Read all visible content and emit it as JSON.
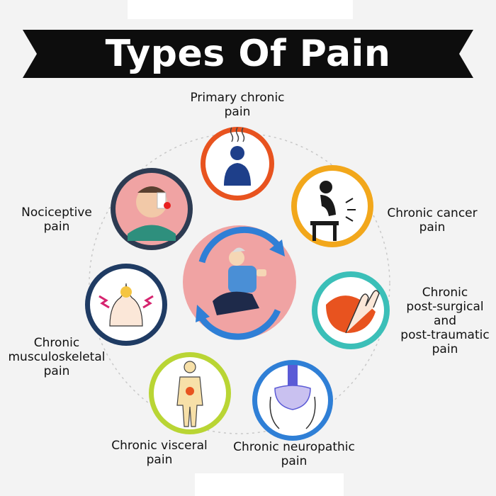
{
  "title": "Types Of Pain",
  "colors": {
    "banner": "#0d0d0d",
    "primary_ring": "#e8531f",
    "cancer_ring": "#f2a71b",
    "postsurgical_ring": "#3bbfb8",
    "neuropathic_ring": "#2f7fd6",
    "visceral_ring": "#b9d534",
    "musculoskeletal_ring": "#1f3b63",
    "nociceptive_ring": "#2d3b52",
    "center_fill": "#f0a3a3"
  },
  "labels": {
    "primary": [
      "Primary chronic",
      "pain"
    ],
    "cancer": [
      "Chronic cancer",
      "pain"
    ],
    "postsurgical": [
      "Chronic",
      "post-surgical",
      "and",
      "post-traumatic",
      "pain"
    ],
    "neuropathic": [
      "Chronic neuropathic",
      "pain"
    ],
    "visceral": [
      "Chronic visceral",
      "pain"
    ],
    "musculoskeletal": [
      "Chronic",
      "musculoskeletal",
      "pain"
    ],
    "nociceptive": [
      "Nociceptive",
      "pain"
    ]
  }
}
